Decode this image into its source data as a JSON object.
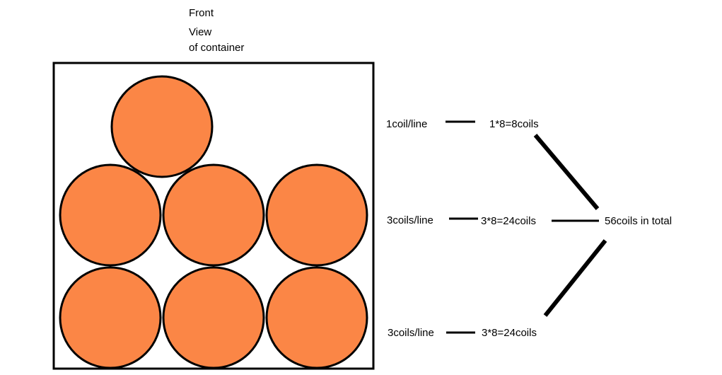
{
  "caption": {
    "line1": "Front",
    "line2": "View",
    "line3": "of container"
  },
  "colors": {
    "coil_fill": "#FB8646",
    "stroke": "#000000",
    "background": "#FFFFFF"
  },
  "rows": [
    {
      "per_line": "1coil/line",
      "calculation": "1*8=8coils",
      "coil_count": 1
    },
    {
      "per_line": "3coils/line",
      "calculation": "3*8=24coils",
      "coil_count": 3
    },
    {
      "per_line": "3coils/line",
      "calculation": "3*8=24coils",
      "coil_count": 3
    }
  ],
  "total": "56coils in total"
}
